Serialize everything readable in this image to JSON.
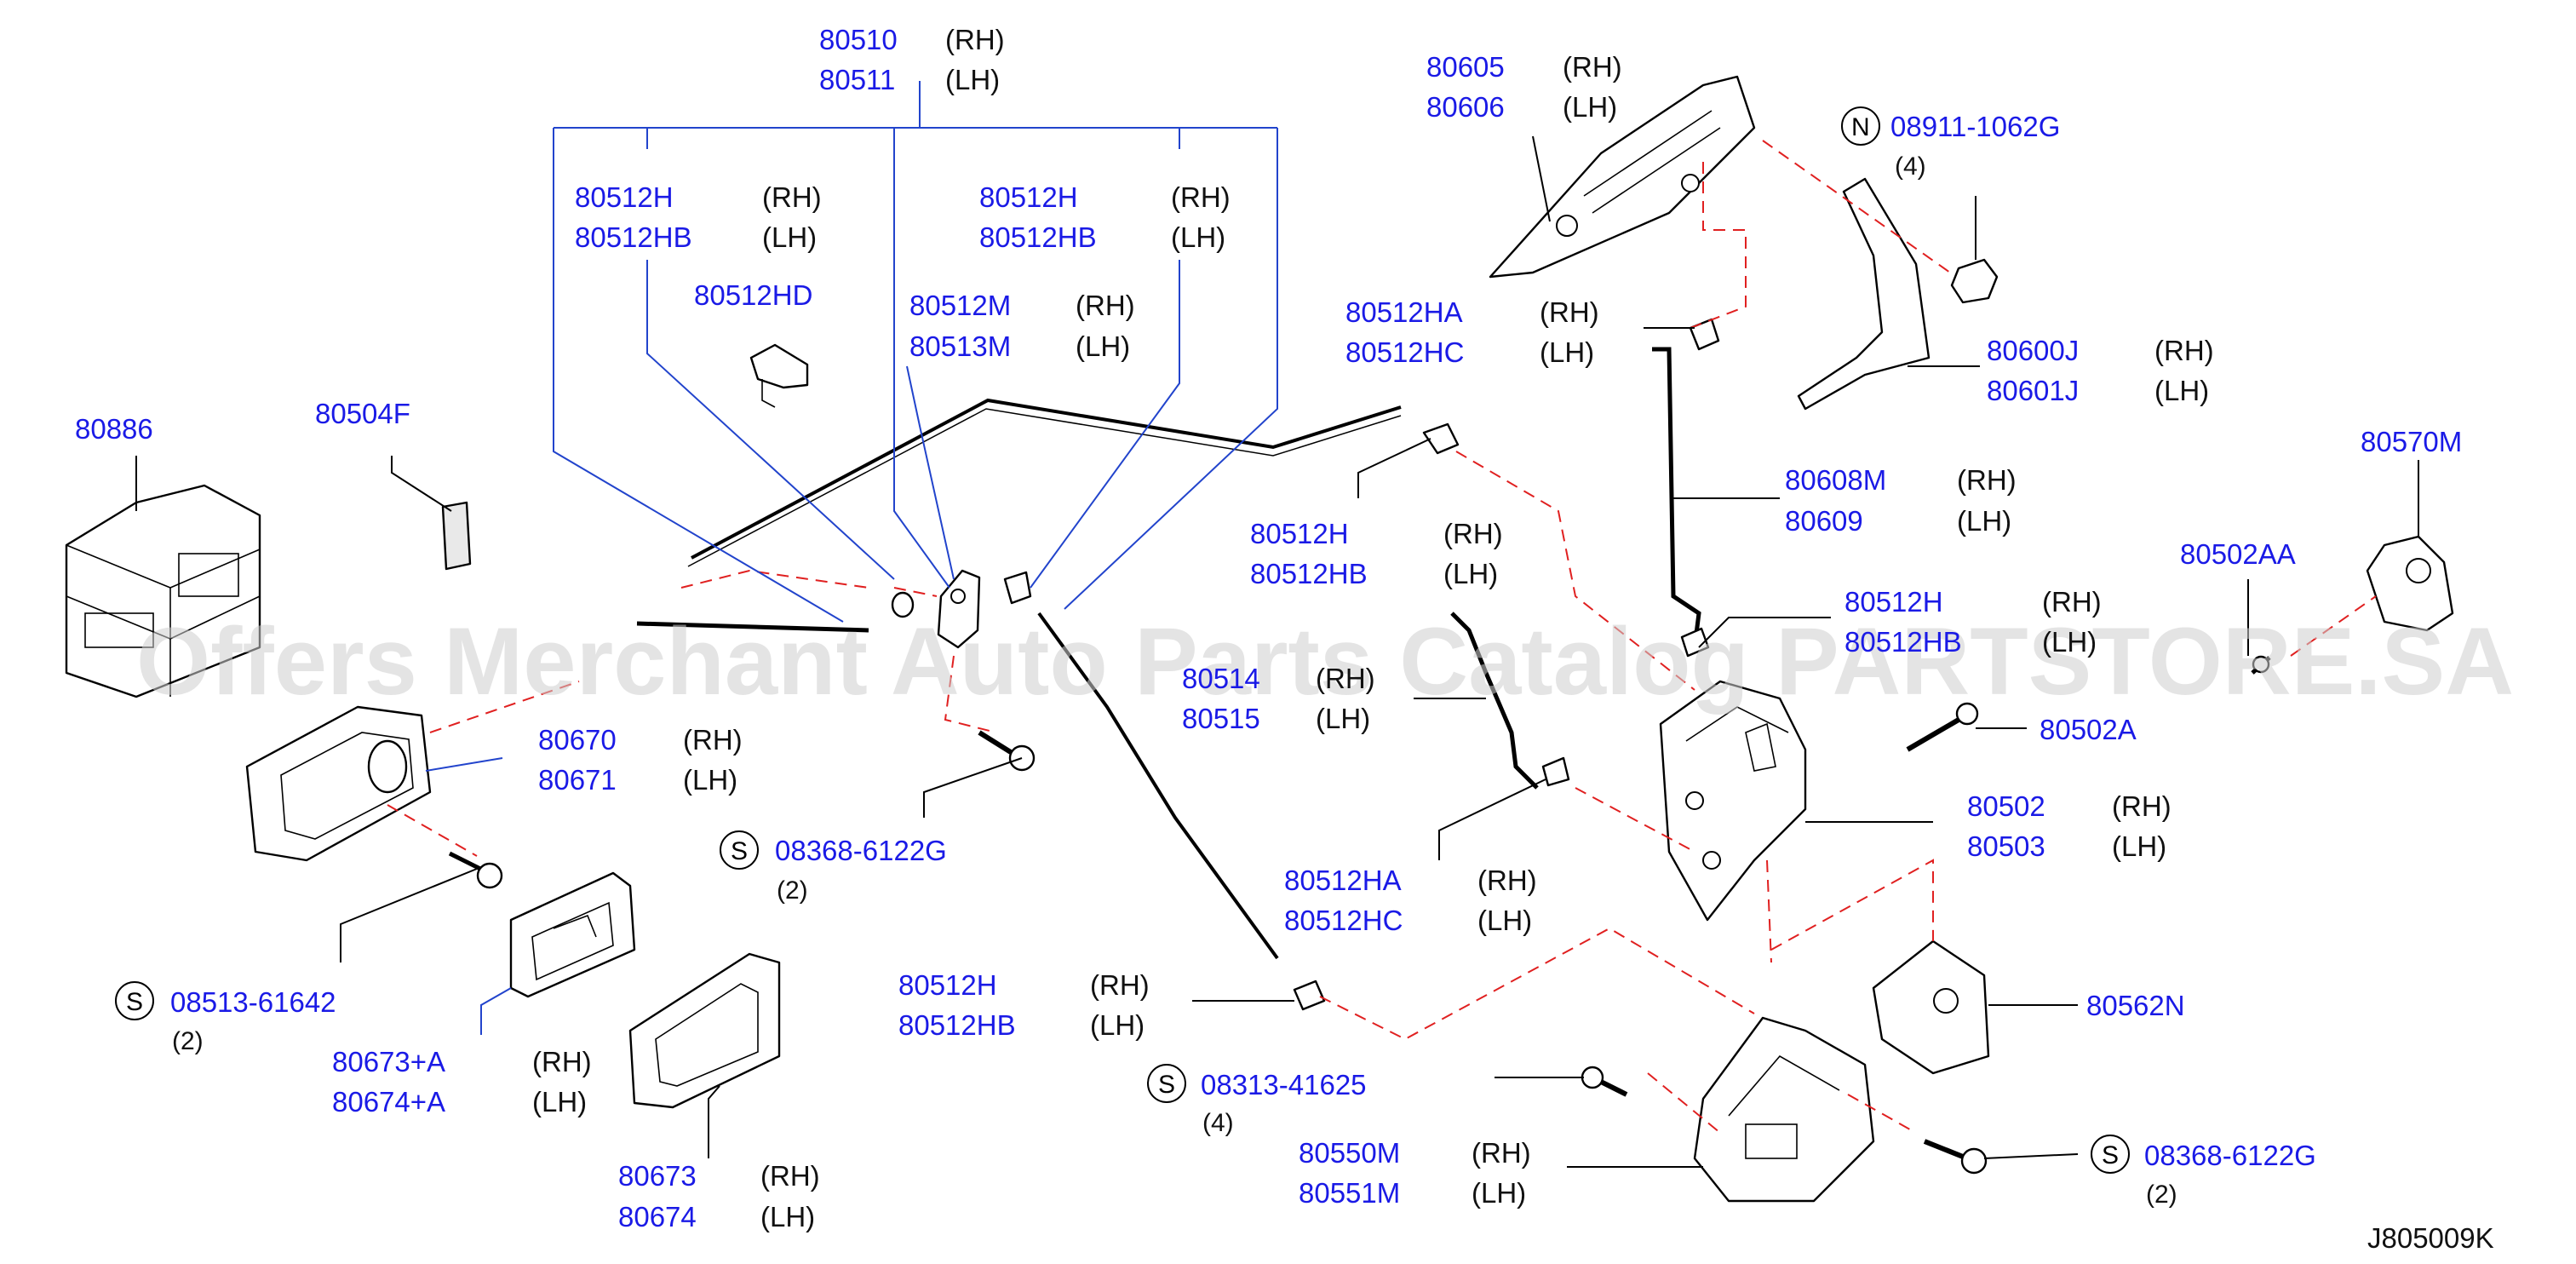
{
  "watermark": "Offers Merchant Auto Parts Catalog PARTSTORE.SA",
  "figure_code": "J805009K",
  "callouts": {
    "c80510": {
      "num1": "80510",
      "side1": "(RH)",
      "num2": "80511",
      "side2": "(LH)"
    },
    "c80512h_a": {
      "num1": "80512H",
      "side1": "(RH)",
      "num2": "80512HB",
      "side2": "(LH)"
    },
    "c80512h_b": {
      "num1": "80512H",
      "side1": "(RH)",
      "num2": "80512HB",
      "side2": "(LH)"
    },
    "c80512hd": {
      "num1": "80512HD"
    },
    "c80512m": {
      "num1": "80512M",
      "side1": "(RH)",
      "num2": "80513M",
      "side2": "(LH)"
    },
    "c80886": {
      "num1": "80886"
    },
    "c80504f": {
      "num1": "80504F"
    },
    "c80605": {
      "num1": "80605",
      "side1": "(RH)",
      "num2": "80606",
      "side2": "(LH)"
    },
    "c08911": {
      "symbol": "N",
      "num1": "08911-1062G",
      "qty": "(4)"
    },
    "c80512ha_a": {
      "num1": "80512HA",
      "side1": "(RH)",
      "num2": "80512HC",
      "side2": "(LH)"
    },
    "c80600j": {
      "num1": "80600J",
      "side1": "(RH)",
      "num2": "80601J",
      "side2": "(LH)"
    },
    "c80570m": {
      "num1": "80570M"
    },
    "c80608m": {
      "num1": "80608M",
      "side1": "(RH)",
      "num2": "80609",
      "side2": "(LH)"
    },
    "c80502aa": {
      "num1": "80502AA"
    },
    "c80512h_c": {
      "num1": "80512H",
      "side1": "(RH)",
      "num2": "80512HB",
      "side2": "(LH)"
    },
    "c80512h_d": {
      "num1": "80512H",
      "side1": "(RH)",
      "num2": "80512HB",
      "side2": "(LH)"
    },
    "c80514": {
      "num1": "80514",
      "side1": "(RH)",
      "num2": "80515",
      "side2": "(LH)"
    },
    "c80502a": {
      "num1": "80502A"
    },
    "c80670": {
      "num1": "80670",
      "side1": "(RH)",
      "num2": "80671",
      "side2": "(LH)"
    },
    "c80502": {
      "num1": "80502",
      "side1": "(RH)",
      "num2": "80503",
      "side2": "(LH)"
    },
    "c08368_a": {
      "symbol": "S",
      "num1": "08368-6122G",
      "qty": "(2)"
    },
    "c80512ha_b": {
      "num1": "80512HA",
      "side1": "(RH)",
      "num2": "80512HC",
      "side2": "(LH)"
    },
    "c80562n": {
      "num1": "80562N"
    },
    "c08513": {
      "symbol": "S",
      "num1": "08513-61642",
      "qty": "(2)"
    },
    "c80512h_e": {
      "num1": "80512H",
      "side1": "(RH)",
      "num2": "80512HB",
      "side2": "(LH)"
    },
    "c80673a": {
      "num1": "80673+A",
      "side1": "(RH)",
      "num2": "80674+A",
      "side2": "(LH)"
    },
    "c08313": {
      "symbol": "S",
      "num1": "08313-41625",
      "qty": "(4)"
    },
    "c80550m": {
      "num1": "80550M",
      "side1": "(RH)",
      "num2": "80551M",
      "side2": "(LH)"
    },
    "c08368_b": {
      "symbol": "S",
      "num1": "08368-6122G",
      "qty": "(2)"
    },
    "c80673": {
      "num1": "80673",
      "side1": "(RH)",
      "num2": "80674",
      "side2": "(LH)"
    }
  }
}
